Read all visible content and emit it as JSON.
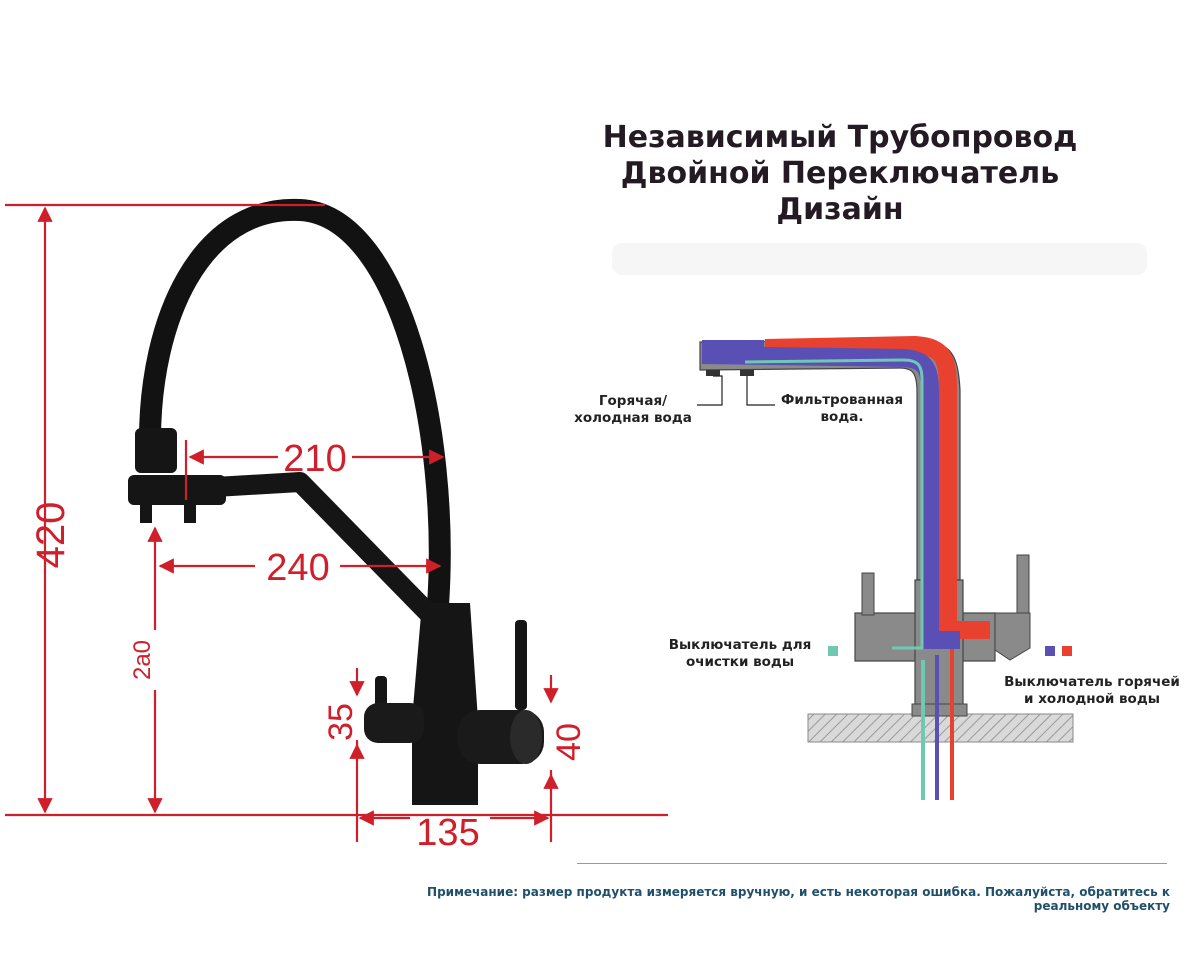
{
  "title": {
    "line1": "Независимый Трубопровод",
    "line2": "Двойной Переключатель Дизайн"
  },
  "dimensions": {
    "height_total": "420",
    "spout_reach_upper": "210",
    "spout_reach_lower": "240",
    "height_under_spout": "2a0",
    "handle_35": "35",
    "handle_40": "40",
    "base_width": "135"
  },
  "labels": {
    "hot_cold_water": [
      "Горячая/",
      "холодная вода"
    ],
    "filtered_water": [
      "Фильтрованная",
      "вода."
    ],
    "purify_switch": [
      "Выключатель для",
      "очистки воды"
    ],
    "hot_cold_switch": [
      "Выключатель горячей",
      "и холодной воды"
    ]
  },
  "colors": {
    "dimension": "#cf1f2a",
    "hot": "#e8412f",
    "cold": "#5a4fb5",
    "filtered": "#6fc9b0",
    "body": "#7a7a7a"
  },
  "note": "Примечание: размер продукта измеряется вручную, и есть некоторая ошибка. Пожалуйста, обратитесь к реальному объекту"
}
